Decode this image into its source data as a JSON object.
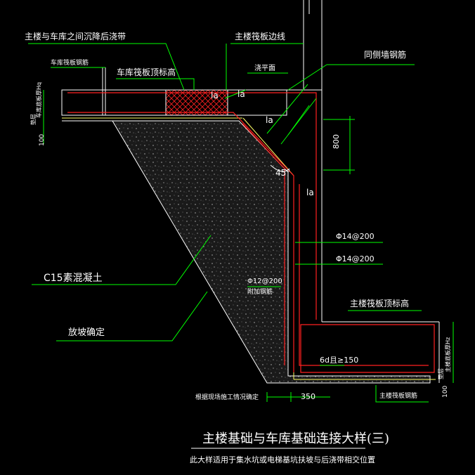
{
  "title": "主楼基础与车库基础连接大样(三)",
  "subtitle": "此大样适用于集水坑或电梯基坑扶坡与后浇带相交位置",
  "labels": {
    "post_pour_strip": "主楼与车库之间沉降后浇带",
    "garage_raft_rebar": "车库筏板钢筋",
    "garage_raft_top": "车库筏板顶标高",
    "main_raft_edge": "主楼筏板边线",
    "pour_top": "浇平面",
    "same_wall_rebar": "同侧墙钢筋",
    "main_raft_top": "主楼筏板顶标高",
    "main_raft_rebar": "主楼筏板钢筋",
    "concrete": "C15素混凝土",
    "slope": "放坡确定",
    "site_condition": "根据现场施工情况确定",
    "rebar_1": "Φ14@200",
    "rebar_2": "Φ14@200",
    "rebar_3": "Φ12@200",
    "added_rebar": "附加钢筋",
    "lap_length": "6d且≥150",
    "angle": "45°",
    "la_1": "la",
    "la_2": "la",
    "la_3": "la",
    "la_4": "la",
    "left_side_note_1": "垫层",
    "left_side_note_2": "车库底板厚Hq",
    "right_side_note_1": "垫层",
    "right_side_note_2": "主楼底板厚Hz"
  },
  "dimensions": {
    "vertical": "800",
    "horizontal": "350",
    "left_cushion": "100",
    "right_cushion": "100"
  },
  "colors": {
    "background": "#000000",
    "text": "#ffffff",
    "leader": "#00ff00",
    "rebar": "#ff2020",
    "dimension": "#00ff00",
    "concrete_edge": "#ffffff",
    "hatch": "#ff2020",
    "cushion": "#ffff66"
  }
}
